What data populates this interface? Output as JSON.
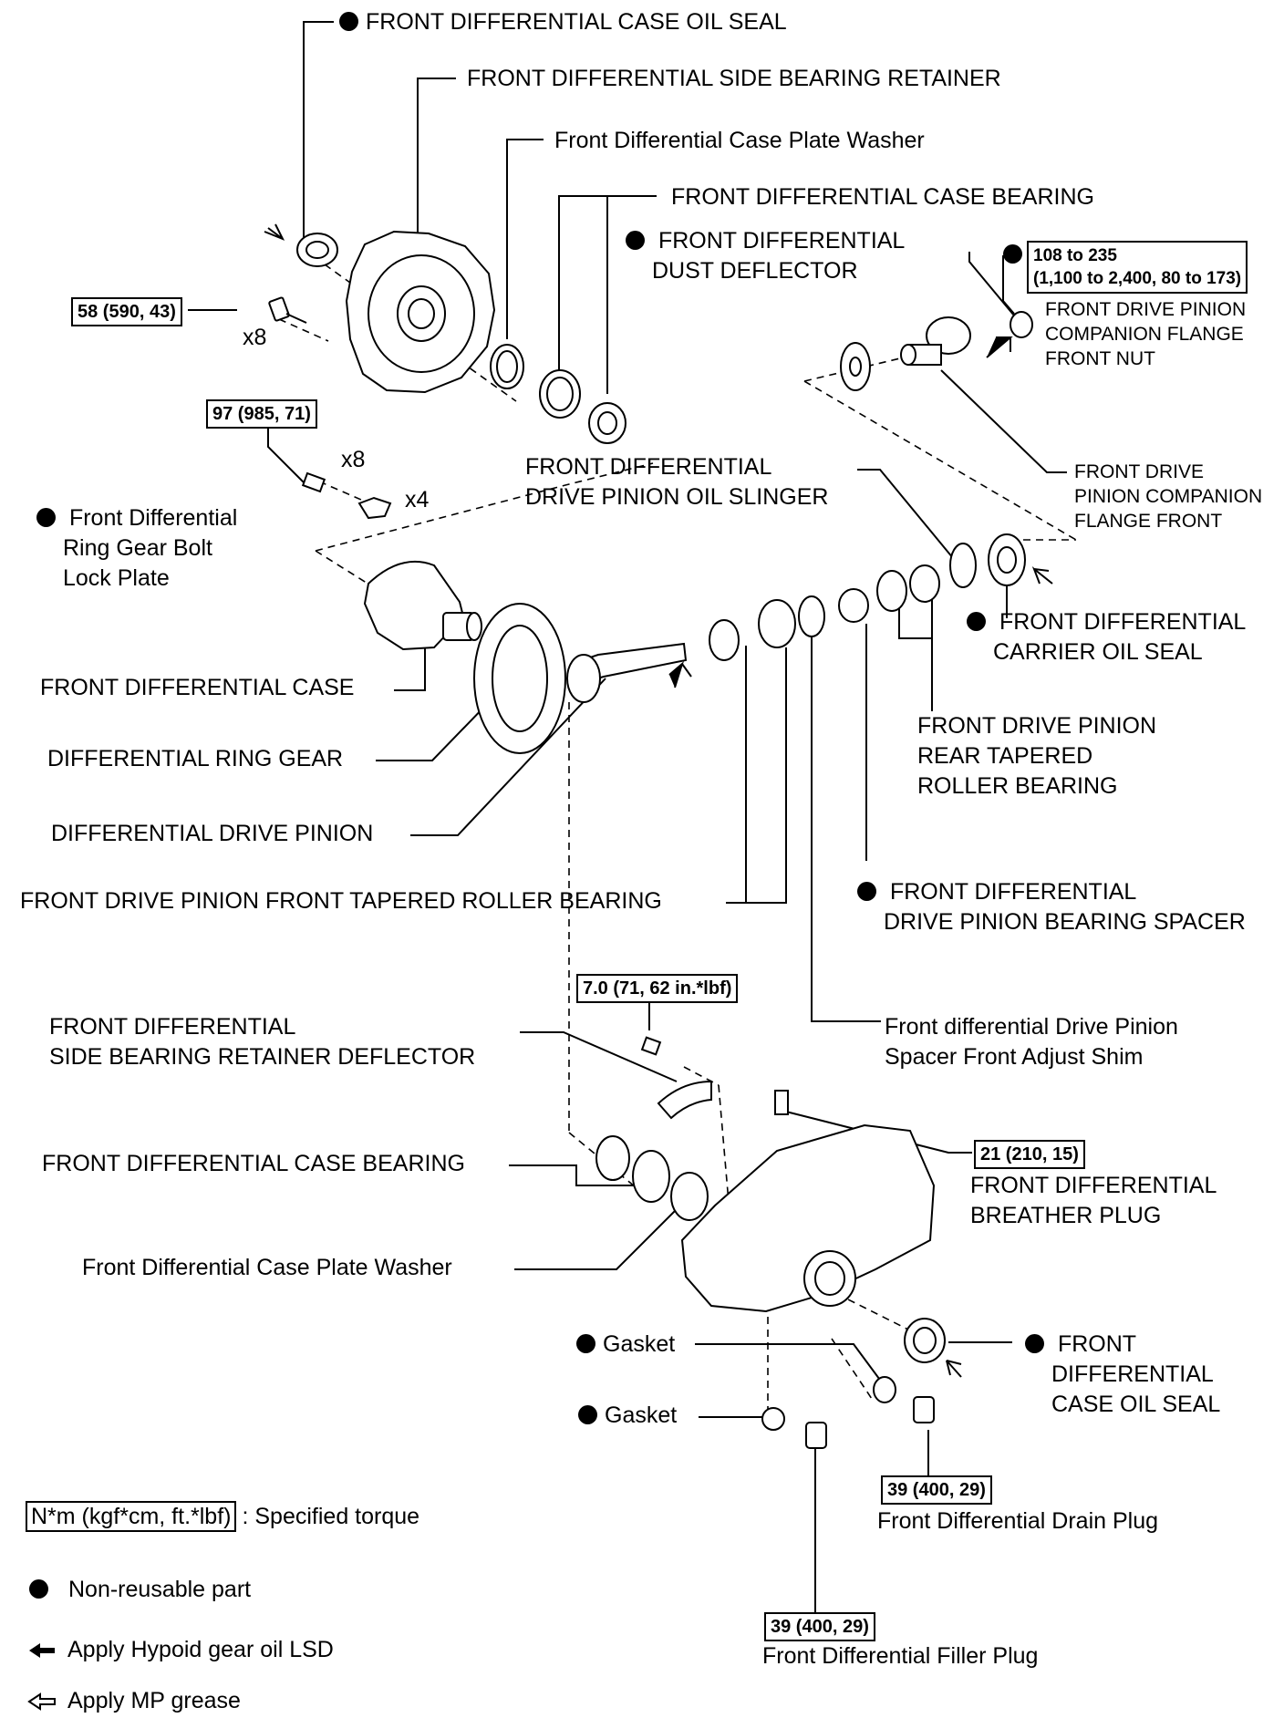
{
  "labels": {
    "case_oil_seal_top": "FRONT DIFFERENTIAL CASE OIL SEAL",
    "side_bearing_retainer": "FRONT DIFFERENTIAL SIDE BEARING RETAINER",
    "case_plate_washer_top": "Front Differential Case Plate Washer",
    "case_bearing_top": "FRONT DIFFERENTIAL CASE BEARING",
    "dust_deflector": [
      "FRONT DIFFERENTIAL",
      "DUST DEFLECTOR"
    ],
    "companion_flange_nut": [
      "FRONT DRIVE PINION",
      "COMPANION FLANGE",
      "FRONT NUT"
    ],
    "oil_slinger": [
      "FRONT DIFFERENTIAL",
      "DRIVE PINION OIL SLINGER"
    ],
    "companion_flange_front": [
      "FRONT DRIVE",
      "PINION COMPANION",
      "FLANGE FRONT"
    ],
    "lock_plate": [
      "Front Differential",
      "Ring Gear Bolt",
      "Lock Plate"
    ],
    "carrier_oil_seal": [
      "FRONT DIFFERENTIAL",
      "CARRIER OIL SEAL"
    ],
    "diff_case": "FRONT DIFFERENTIAL CASE",
    "rear_tapered_bearing": [
      "FRONT DRIVE PINION",
      "REAR TAPERED",
      "ROLLER BEARING"
    ],
    "ring_gear": "DIFFERENTIAL RING GEAR",
    "drive_pinion": "DIFFERENTIAL DRIVE PINION",
    "bearing_spacer": [
      "FRONT DIFFERENTIAL",
      "DRIVE PINION BEARING SPACER"
    ],
    "front_tapered_bearing": "FRONT DRIVE PINION FRONT TAPERED ROLLER BEARING",
    "side_bearing_retainer_deflector": [
      "FRONT DIFFERENTIAL",
      "SIDE BEARING RETAINER DEFLECTOR"
    ],
    "adjust_shim": [
      "Front differential Drive Pinion",
      "Spacer Front Adjust Shim"
    ],
    "case_bearing_bottom": "FRONT DIFFERENTIAL CASE BEARING",
    "breather_plug": [
      "FRONT DIFFERENTIAL",
      "BREATHER PLUG"
    ],
    "case_plate_washer_bottom": "Front Differential Case Plate Washer",
    "gasket_1": "Gasket",
    "case_oil_seal_bottom": [
      "FRONT",
      "DIFFERENTIAL",
      "CASE OIL SEAL"
    ],
    "gasket_2": "Gasket",
    "drain_plug": "Front Differential Drain Plug",
    "filler_plug": "Front Differential Filler Plug"
  },
  "torques": {
    "retainer_bolt": "58 (590, 43)",
    "ring_gear_bolt": "97 (985, 71)",
    "flange_nut": [
      "108 to 235",
      "(1,100 to 2,400, 80 to 173)"
    ],
    "deflector_bolt": "7.0 (71, 62 in.*lbf)",
    "breather_plug": "21 (210, 15)",
    "drain_plug": "39 (400, 29)",
    "filler_plug": "39 (400, 29)"
  },
  "multipliers": {
    "retainer_bolts": "x8",
    "ring_gear_bolts": "x8",
    "lock_plates": "x4"
  },
  "legend": {
    "torque_key": "N*m (kgf*cm, ft.*lbf)",
    "torque_desc": ": Specified torque",
    "non_reusable": "Non-reusable part",
    "hypoid_oil": "Apply Hypoid gear oil LSD",
    "mp_grease": "Apply MP grease"
  }
}
